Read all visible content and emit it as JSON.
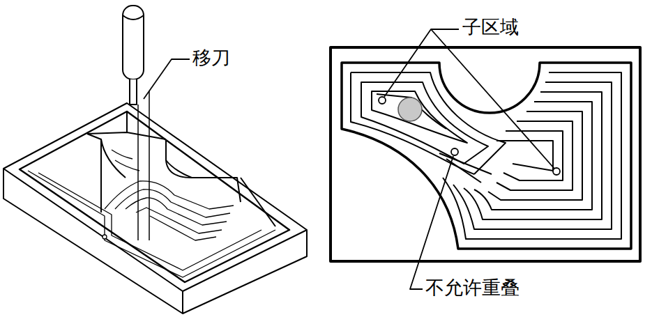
{
  "diagram": {
    "labels": [
      "移刀",
      "子区域",
      "不允许重叠"
    ]
  }
}
